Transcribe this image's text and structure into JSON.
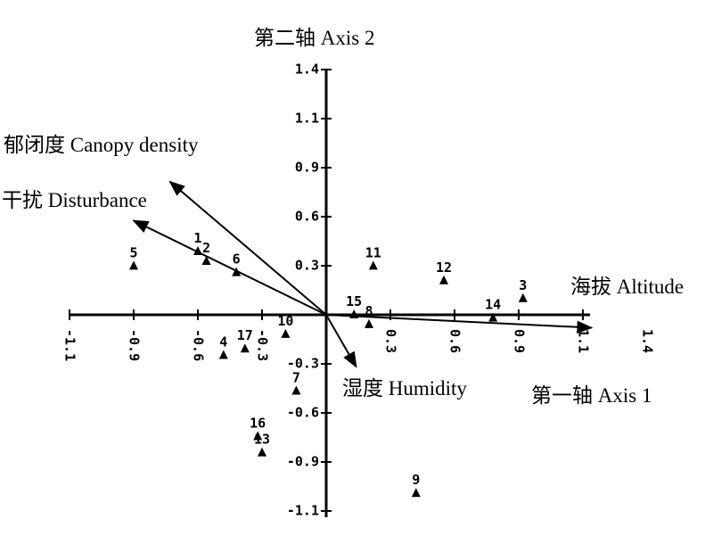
{
  "chart_data": {
    "type": "scatter",
    "title": "",
    "xlabel": "第一轴 Axis 1",
    "ylabel": "第二轴 Axis 2",
    "x_ticks": [
      "-1.1",
      "-0.9",
      "-0.6",
      "-0.3",
      "0.3",
      "0.6",
      "0.9",
      "1.1",
      "1.4"
    ],
    "y_ticks": [
      "1.4",
      "1.1",
      "0.9",
      "0.6",
      "0.3",
      "-0.3",
      "-0.6",
      "-0.9",
      "-1.1"
    ],
    "points": [
      {
        "label": "1",
        "x": -0.6,
        "y": 0.39
      },
      {
        "label": "2",
        "x": -0.56,
        "y": 0.33
      },
      {
        "label": "3",
        "x": 0.92,
        "y": 0.1
      },
      {
        "label": "4",
        "x": -0.48,
        "y": -0.25
      },
      {
        "label": "5",
        "x": -0.9,
        "y": 0.3
      },
      {
        "label": "6",
        "x": -0.42,
        "y": 0.26
      },
      {
        "label": "7",
        "x": -0.14,
        "y": -0.47
      },
      {
        "label": "8",
        "x": 0.2,
        "y": -0.06
      },
      {
        "label": "9",
        "x": 0.42,
        "y": -1.1
      },
      {
        "label": "10",
        "x": -0.19,
        "y": -0.12
      },
      {
        "label": "11",
        "x": 0.22,
        "y": 0.3
      },
      {
        "label": "12",
        "x": 0.55,
        "y": 0.21
      },
      {
        "label": "13",
        "x": -0.3,
        "y": -0.85
      },
      {
        "label": "14",
        "x": 0.78,
        "y": -0.02
      },
      {
        "label": "15",
        "x": 0.13,
        "y": 0.0
      },
      {
        "label": "16",
        "x": -0.32,
        "y": -0.75
      },
      {
        "label": "17",
        "x": -0.38,
        "y": -0.21
      }
    ],
    "vectors": [
      {
        "name": "郁闭度 Canopy density",
        "x": -0.73,
        "y": 0.82
      },
      {
        "name": "干扰 Disturbance",
        "x": -0.9,
        "y": 0.58
      },
      {
        "name": "海拔 Altitude",
        "x": 1.24,
        "y": -0.08
      },
      {
        "name": "湿度 Humidity",
        "x": 0.14,
        "y": -0.32
      }
    ]
  }
}
